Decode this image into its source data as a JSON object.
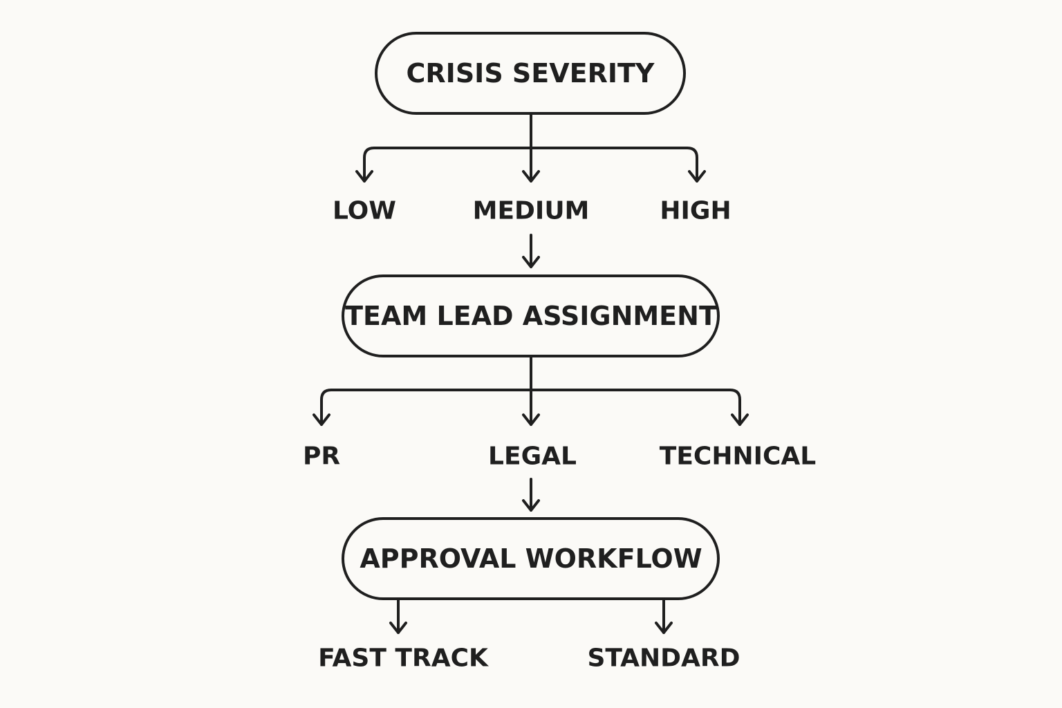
{
  "nodes": {
    "crisis_severity": "CRISIS SEVERITY",
    "team_lead_assignment": "TEAM LEAD ASSIGNMENT",
    "approval_workflow": "APPROVAL WORKFLOW"
  },
  "severity_levels": [
    "LOW",
    "MEDIUM",
    "HIGH"
  ],
  "teams": [
    "PR",
    "LEGAL",
    "TECHNICAL"
  ],
  "approval_tracks": [
    "FAST TRACK",
    "STANDARD"
  ]
}
